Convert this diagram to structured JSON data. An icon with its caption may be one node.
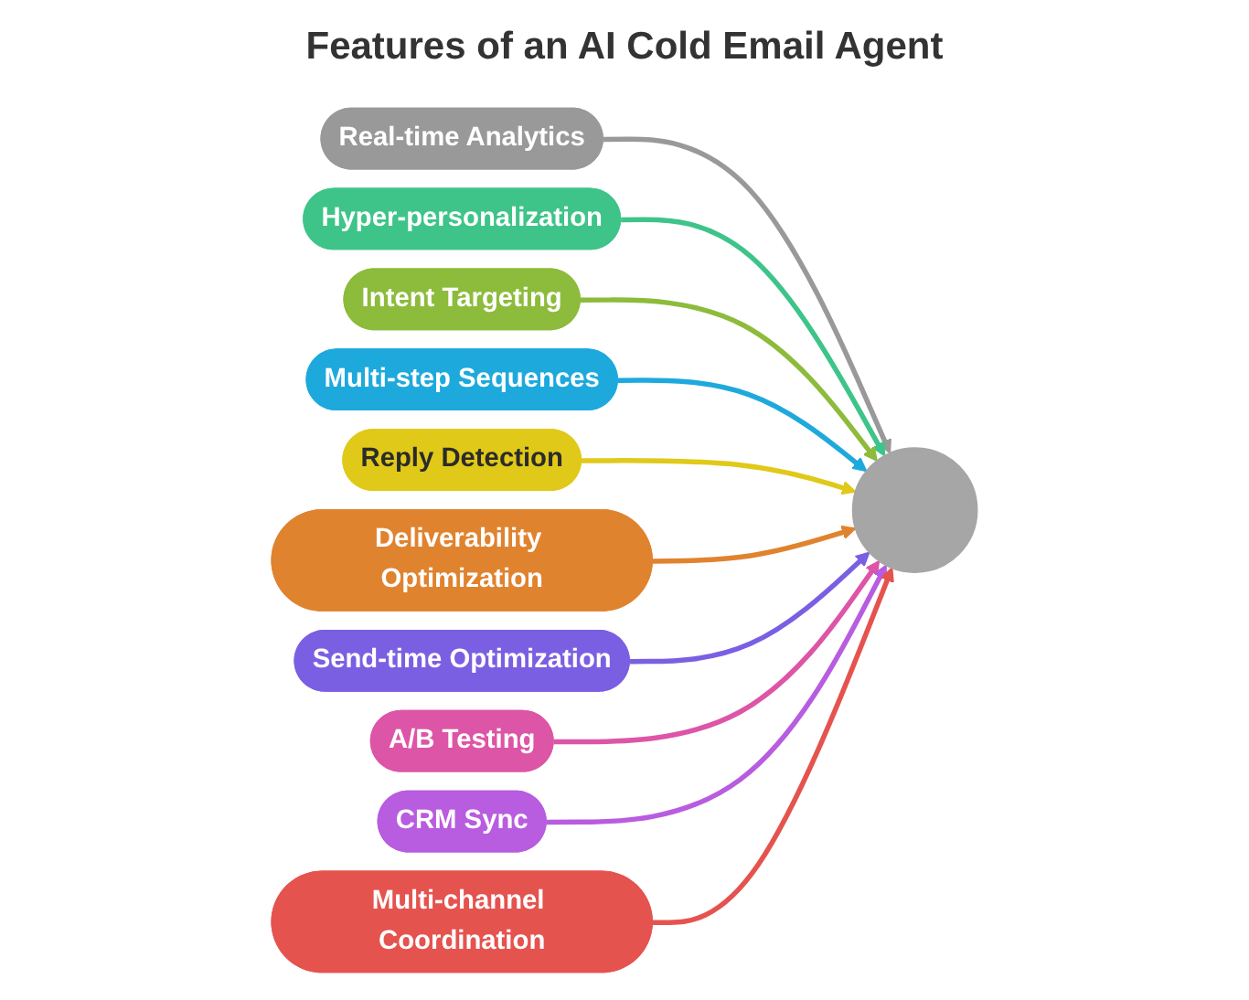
{
  "diagram": {
    "title": "Features of an AI Cold Email Agent",
    "nodes": [
      {
        "text": [],
        "shape": "circle"
      },
      {
        "text": [
          "Real-time Analytics"
        ]
      },
      {
        "text": [
          "Hyper-personalization"
        ]
      },
      {
        "text": [
          "Intent Targeting"
        ]
      },
      {
        "text": [
          "Multi-step Sequences"
        ]
      },
      {
        "text": [
          "Reply Detection"
        ]
      },
      {
        "text": [
          "Deliverability Optimization"
        ]
      },
      {
        "text": [
          "Send-time Optimization"
        ]
      },
      {
        "text": [
          "A/B Testing"
        ]
      },
      {
        "text": [
          "CRM Sync"
        ]
      },
      {
        "text": [
          "Multi-channel Coordination"
        ]
      }
    ],
    "edges": [
      {
        "from": 1,
        "to": 0,
        "arrow": "to",
        "color": "#999999"
      },
      {
        "from": 2,
        "to": 0,
        "arrow": "to",
        "color": "#3ec489"
      },
      {
        "from": 3,
        "to": 0,
        "arrow": "to",
        "color": "#8dbb3b"
      },
      {
        "from": 4,
        "to": 0,
        "arrow": "to",
        "color": "#1ea9dd"
      },
      {
        "from": 5,
        "to": 0,
        "arrow": "to",
        "color": "#e0c918"
      },
      {
        "from": 6,
        "to": 0,
        "arrow": "to",
        "color": "#e0832f"
      },
      {
        "from": 7,
        "to": 0,
        "arrow": "to",
        "color": "#7b5fe2"
      },
      {
        "from": 8,
        "to": 0,
        "arrow": "to",
        "color": "#dd55a6"
      },
      {
        "from": 9,
        "to": 0,
        "arrow": "to",
        "color": "#b85ce0"
      },
      {
        "from": 10,
        "to": 0,
        "arrow": "to",
        "color": "#e5534f"
      }
    ]
  }
}
